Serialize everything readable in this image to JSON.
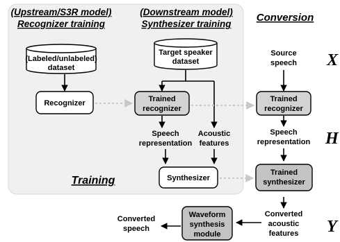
{
  "headers": {
    "upstream": "(Upstream/S3R model)",
    "recognizer_training": "Recognizer training",
    "downstream": "(Downstream model)",
    "synthesizer_training": "Synthesizer training",
    "conversion": "Conversion"
  },
  "training_label": "Training",
  "nodes": {
    "labeled_dataset": [
      "(Labeled/unlabeled)",
      "dataset"
    ],
    "recognizer": "Recognizer",
    "target_dataset": [
      "Target speaker",
      "dataset"
    ],
    "trained_recognizer": [
      "Trained",
      "recognizer"
    ],
    "speech_representation": [
      "Speech",
      "representation"
    ],
    "acoustic_features": [
      "Acoustic",
      "features"
    ],
    "synthesizer": "Synthesizer",
    "source_speech": [
      "Source",
      "speech"
    ],
    "conv_trained_recognizer": [
      "Trained",
      "recognizer"
    ],
    "conv_speech_representation": [
      "Speech",
      "representation"
    ],
    "trained_synthesizer": [
      "Trained",
      "synthesizer"
    ],
    "converted_acoustic_features": [
      "Converted",
      "acoustic",
      "features"
    ],
    "waveform_module": [
      "Waveform",
      "synthesis",
      "module"
    ],
    "converted_speech": [
      "Converted",
      "speech"
    ]
  },
  "symbols": {
    "x": "X",
    "h": "H",
    "y": "Y"
  },
  "colors": {
    "panel_bg": "#f0f0ee",
    "trained_fill": "#d3d3d3",
    "module_fill": "#c3c3c3",
    "dotted": "#c8c8c8"
  }
}
